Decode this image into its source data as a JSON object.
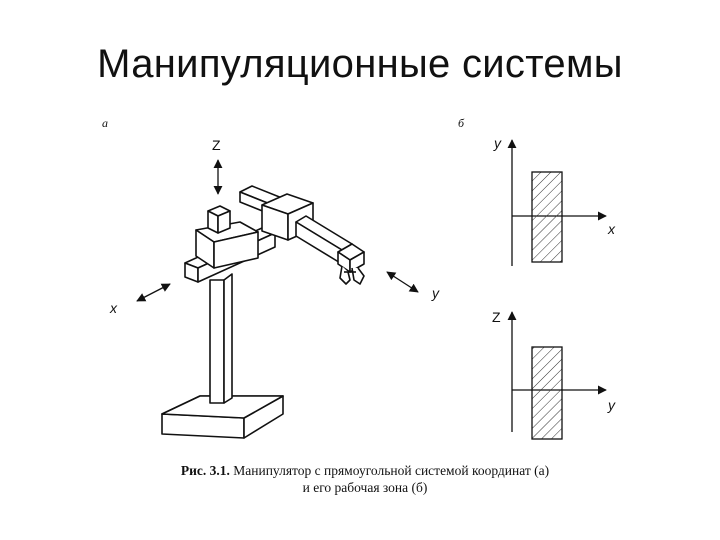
{
  "slide": {
    "title": "Манипуляционные системы"
  },
  "figure": {
    "panel_a_label": "а",
    "panel_b_label": "б",
    "manipulator_axes": {
      "z": "Z",
      "x": "x",
      "y": "y"
    },
    "workspace_top_axes": {
      "vertical": "y",
      "horizontal": "x"
    },
    "workspace_bottom_axes": {
      "vertical": "Z",
      "horizontal": "y"
    },
    "caption_number": "Рис. 3.1.",
    "caption_line1": "Манипулятор с прямоугольной системой координат (а)",
    "caption_line2": "и его рабочая зона (б)"
  },
  "colors": {
    "ink": "#111111",
    "background": "#ffffff"
  }
}
